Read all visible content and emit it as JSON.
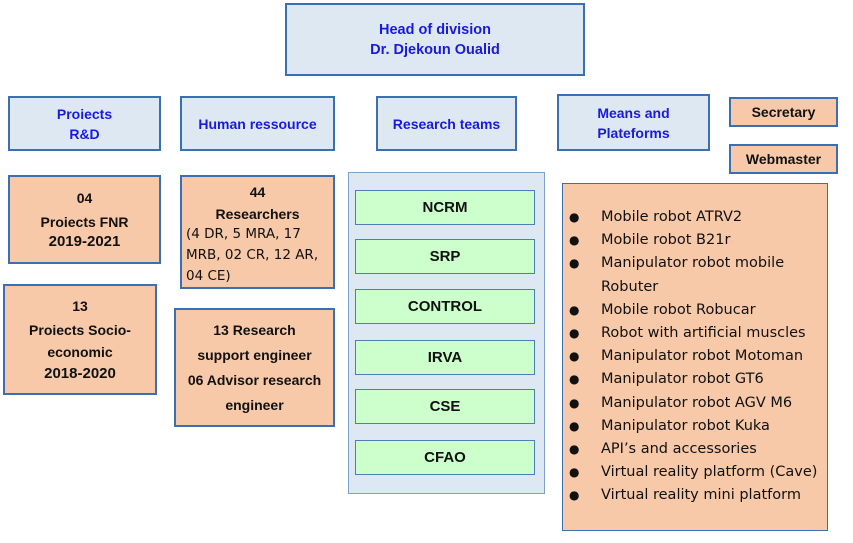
{
  "head": {
    "line1": "Head of division",
    "line2": "Dr. Djekoun Oualid"
  },
  "headers": {
    "projects": {
      "line1": "Proiects",
      "line2": "R&D"
    },
    "human": "Human ressource",
    "teams": "Research teams",
    "means": {
      "line1": "Means and",
      "line2": "Plateforms"
    },
    "secretary": "Secretary",
    "webmaster": "Webmaster"
  },
  "projects_fnr": {
    "count": "04",
    "label": "Proiects FNR",
    "years": "2019-2021"
  },
  "projects_socio": {
    "count": "13",
    "label1": "Proiects Socio-",
    "label2": "economic",
    "years": "2018-2020"
  },
  "researchers": {
    "count": "44",
    "label": "Researchers",
    "detail1": "(4 DR, 5 MRA,  17",
    "detail2": "MRB, 02 CR, 12 AR,",
    "detail3": "04 CE)"
  },
  "support": {
    "line1": "13  Research",
    "line2": "support engineer",
    "line3": "06 Advisor research",
    "line4": "engineer"
  },
  "teams": [
    "NCRM",
    "SRP",
    "CONTROL",
    "IRVA",
    "CSE",
    "CFAO"
  ],
  "means_items": [
    "Mobile robot ATRV2",
    "Mobile robot B21r",
    "Manipulator robot mobile",
    "Robuter",
    "Mobile robot Robucar",
    "Robot with artificial muscles",
    "Manipulator robot Motoman",
    "Manipulator robot GT6",
    "Manipulator robot  AGV M6",
    "Manipulator robot Kuka",
    "API’s and accessories",
    "Virtual reality platform (Cave)",
    "Virtual reality mini platform"
  ],
  "colors": {
    "blue_box": "#dde8f3",
    "blue_text": "#1a1adc",
    "orange_box": "#f7c9a8",
    "green_box": "#ccffcc"
  }
}
